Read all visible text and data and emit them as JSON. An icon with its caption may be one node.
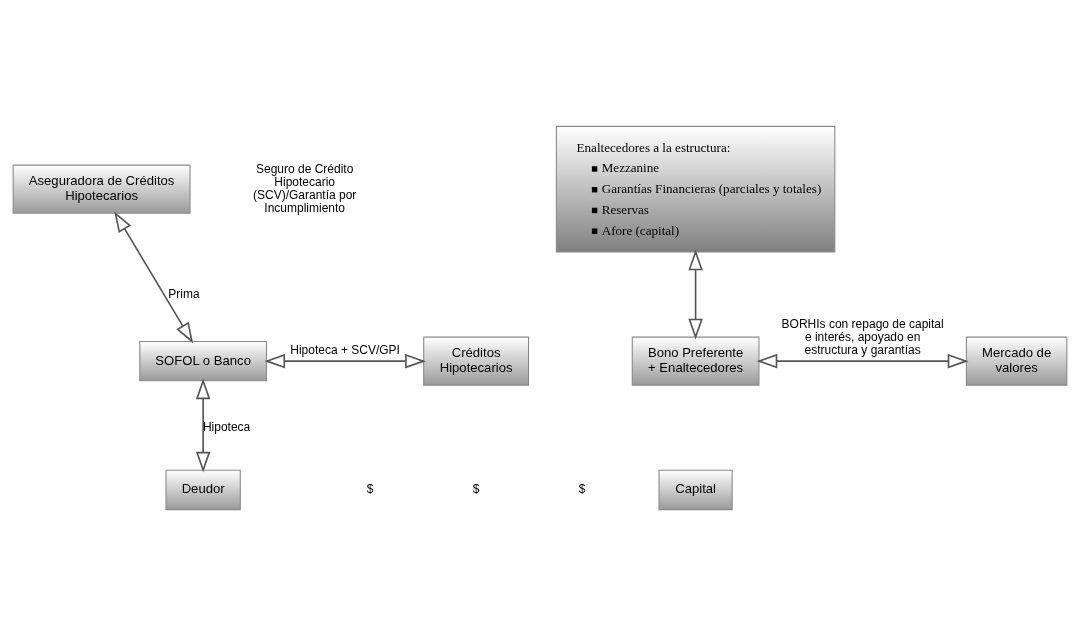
{
  "diagram": {
    "nodes": [
      {
        "text": [
          "Aseguradora de Créditos Hipotecarios"
        ]
      },
      {
        "text": [
          "Enaltecedores a la estructura:",
          "Mezzanine",
          "Garantías Financieras (parciales y totales)",
          "Reservas",
          "Afore (capital)"
        ]
      },
      {
        "text": [
          "SOFOL o Banco"
        ]
      },
      {
        "text": [
          "Créditos Hipotecarios"
        ]
      },
      {
        "text": [
          "Bono Preferente + Enaltecedores"
        ]
      },
      {
        "text": [
          "Capital"
        ]
      },
      {
        "text": [
          "Mercado de valores"
        ]
      },
      {
        "text": [
          "Deudor"
        ]
      }
    ],
    "edges": [
      {
        "from": 0,
        "to": 2,
        "arrow": "both",
        "label": "Prima"
      },
      {
        "from": 1,
        "to": 4,
        "arrow": "both"
      },
      {
        "from": 2,
        "to": 3,
        "arrow": "both",
        "label": "Hipoteca + SCV/GPI"
      },
      {
        "from": 4,
        "to": 6,
        "arrow": "both",
        "label": "BORHIs con repago de capital e interés, apoyado en estructura y garantías"
      },
      {
        "from": 2,
        "to": 7,
        "arrow": "both",
        "label": "Hipoteca"
      }
    ],
    "labels": [
      "Seguro de Crédito Hipotecario (SCV)/Garantía por Incumplimiento",
      "$",
      "$",
      "$"
    ]
  }
}
